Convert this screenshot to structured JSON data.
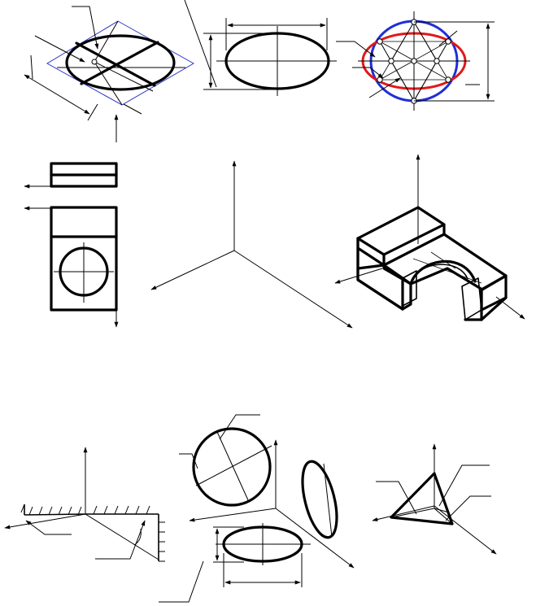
{
  "sheet": {
    "background": "#ffffff",
    "line_color": "#000000",
    "construction_rhombus_color": "#1f2fd6",
    "major_ellipse_color": "#1f2fd6",
    "minor_ellipse_color": "#e01919"
  },
  "figures": [
    "isometric-circle-construction",
    "ellipse-dimensioning",
    "four-center-ellipse-construction",
    "orthographic-views",
    "isometric-axes",
    "isometric-cutaway-part",
    "hatched-axes-sketch",
    "axonometric-circles",
    "triangle-on-axes"
  ]
}
